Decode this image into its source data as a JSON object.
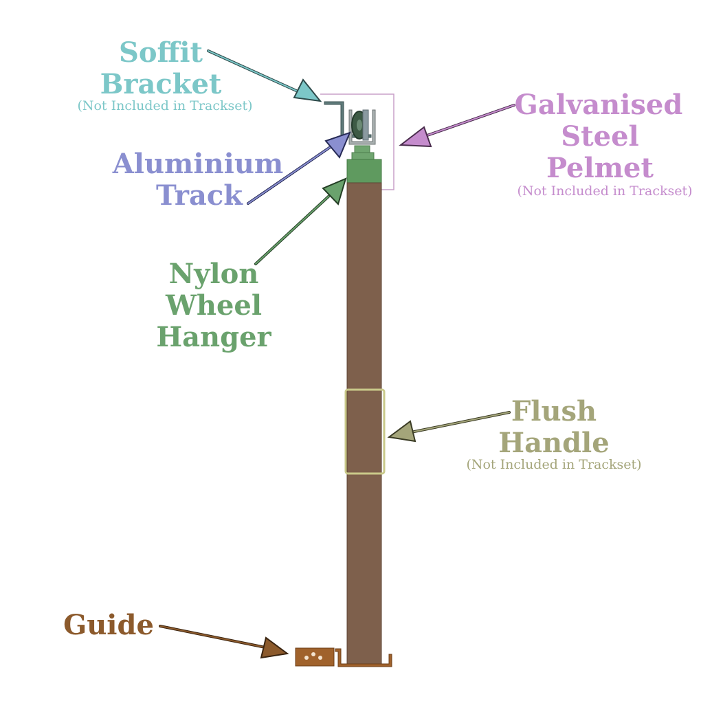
{
  "colors": {
    "soffit": "#7cc7c8",
    "aluminium": "#8a8fd0",
    "nylon": "#6aa26d",
    "galvanised": "#c58ccd",
    "flush": "#a4a57a",
    "guide": "#8c5a2c",
    "door": "#7e604c",
    "door_edge": "#5d4535",
    "hanger": "#5f9a5f",
    "pelmet_line": "#c9a0c9",
    "bracket": "#5e7a7a"
  },
  "labels": {
    "soffit": {
      "line1": "Soffit",
      "line2": "Bracket",
      "note": "(Not Included in Trackset)"
    },
    "galvanised": {
      "line1": "Galvanised",
      "line2": "Steel",
      "line3": "Pelmet",
      "note": "(Not Included in Trackset)"
    },
    "aluminium": {
      "line1": "Aluminium",
      "line2": "Track"
    },
    "nylon": {
      "line1": "Nylon",
      "line2": "Wheel",
      "line3": "Hanger"
    },
    "flush": {
      "line1": "Flush",
      "line2": "Handle",
      "note": "(Not Included in Trackset)"
    },
    "guide": {
      "line1": "Guide"
    }
  }
}
